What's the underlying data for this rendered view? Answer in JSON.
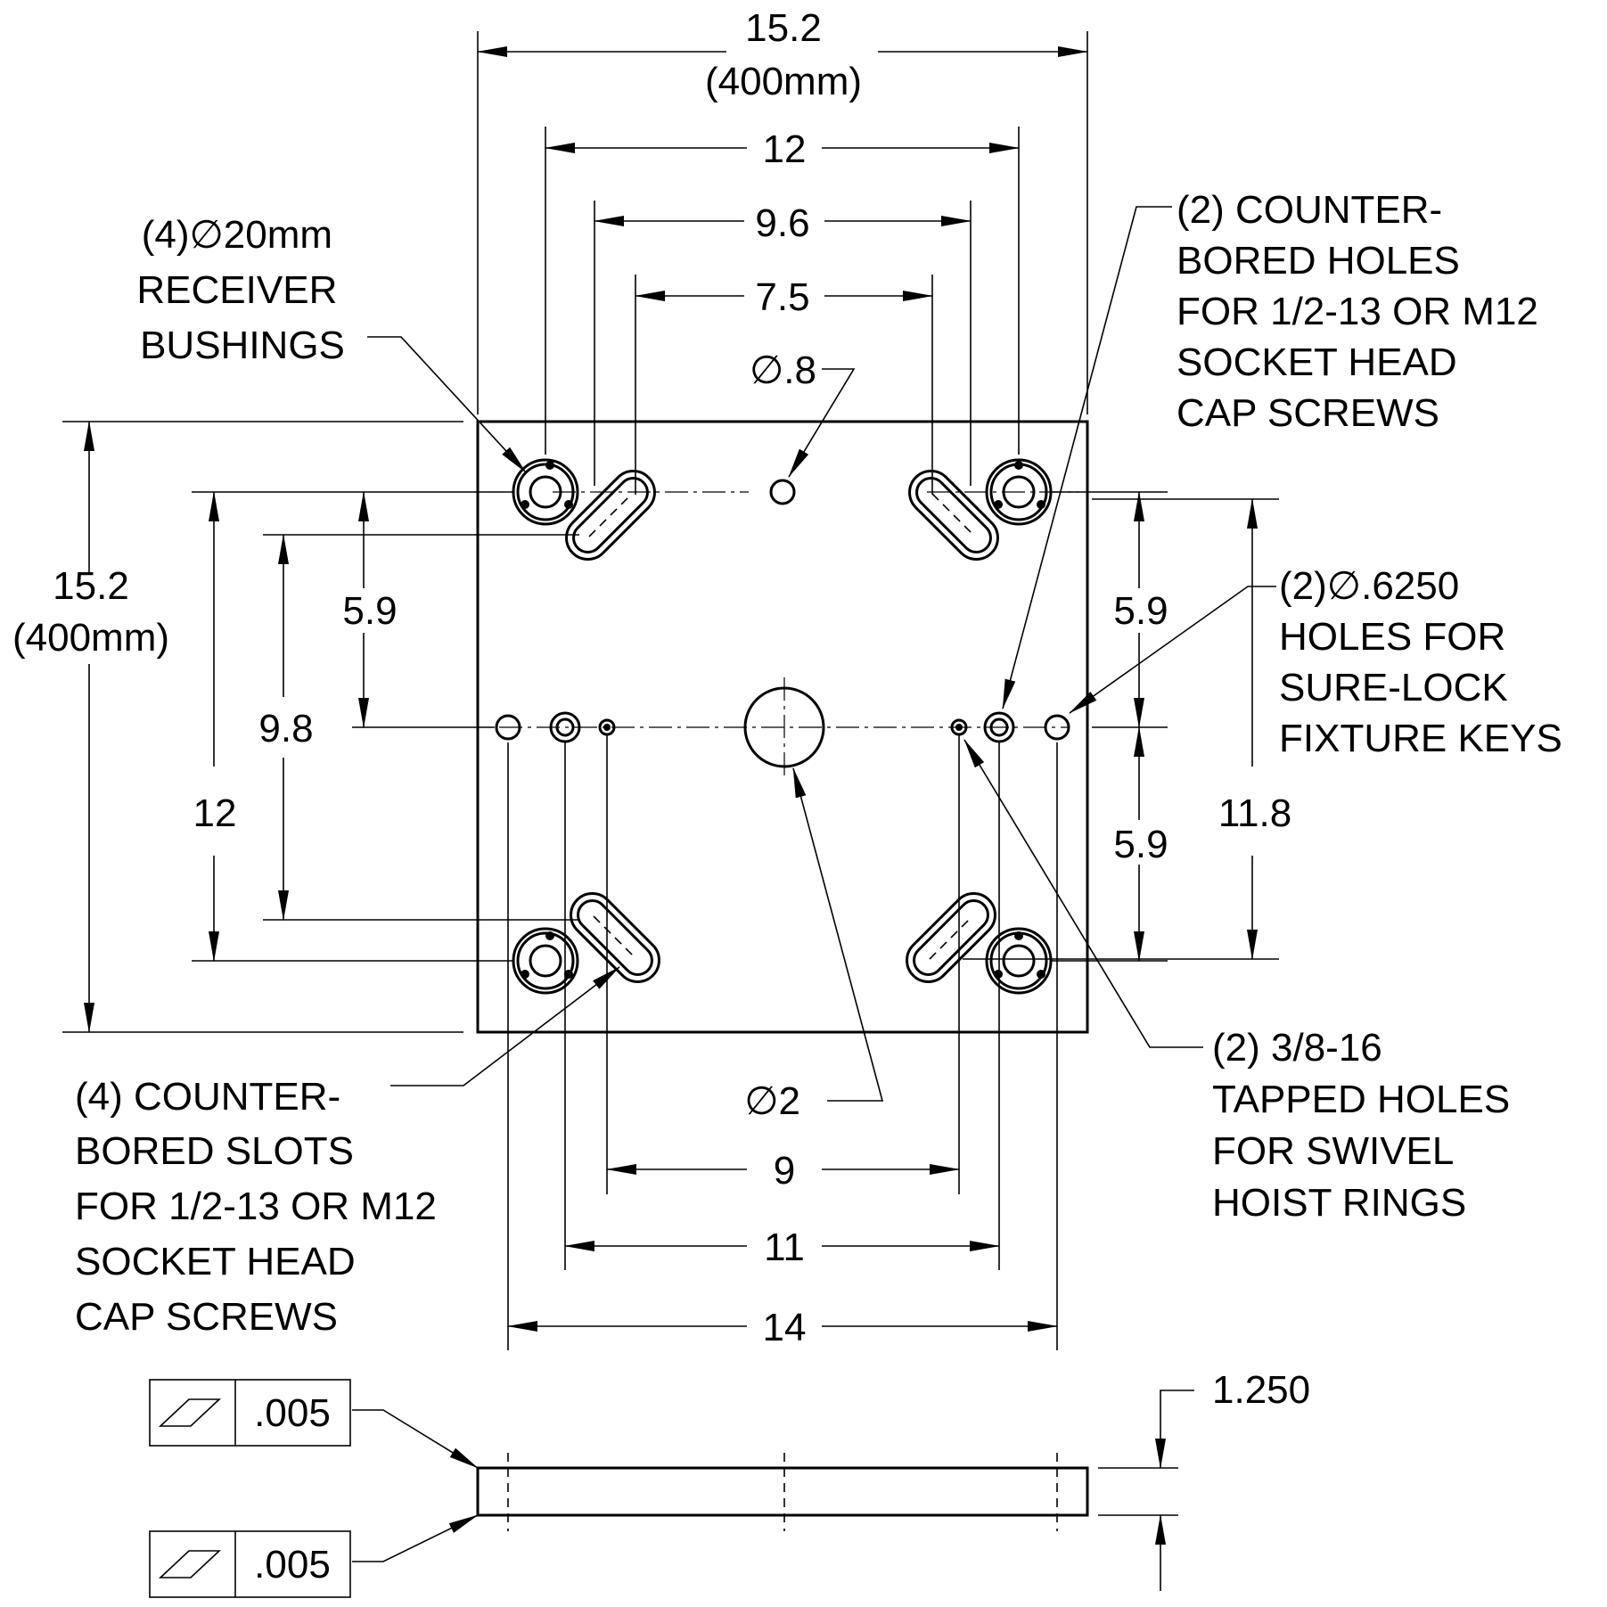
{
  "dimensions": {
    "top_overall": "15.2",
    "top_overall_mm": "(400mm)",
    "top_12": "12",
    "top_9_6": "9.6",
    "top_7_5": "7.5",
    "dia_small": "∅.8",
    "left_overall": "15.2",
    "left_overall_mm": "(400mm)",
    "left_5_9": "5.9",
    "left_9_8": "9.8",
    "left_12": "12",
    "right_5_9_upper": "5.9",
    "right_5_9_lower": "5.9",
    "right_11_8": "11.8",
    "dia_center": "∅2",
    "bottom_9": "9",
    "bottom_11": "11",
    "bottom_14": "14",
    "thickness": "1.250"
  },
  "notes": {
    "receiver_bushings": [
      "(4)∅20mm",
      "RECEIVER",
      "BUSHINGS"
    ],
    "counterbored_holes": [
      "(2) COUNTER-",
      "BORED HOLES",
      "FOR 1/2-13 OR M12",
      "SOCKET HEAD",
      "CAP SCREWS"
    ],
    "sure_lock_holes": [
      "(2)∅.6250",
      "HOLES FOR",
      "SURE-LOCK",
      "FIXTURE KEYS"
    ],
    "counterbored_slots": [
      "(4) COUNTER-",
      "BORED SLOTS",
      "FOR 1/2-13 OR M12",
      "SOCKET HEAD",
      "CAP SCREWS"
    ],
    "tapped_holes": [
      "(2) 3/8-16",
      "TAPPED HOLES",
      "FOR SWIVEL",
      "HOIST RINGS"
    ]
  },
  "flatness": {
    "top_tolerance": ".005",
    "bottom_tolerance": ".005",
    "symbol": "flatness-icon"
  }
}
